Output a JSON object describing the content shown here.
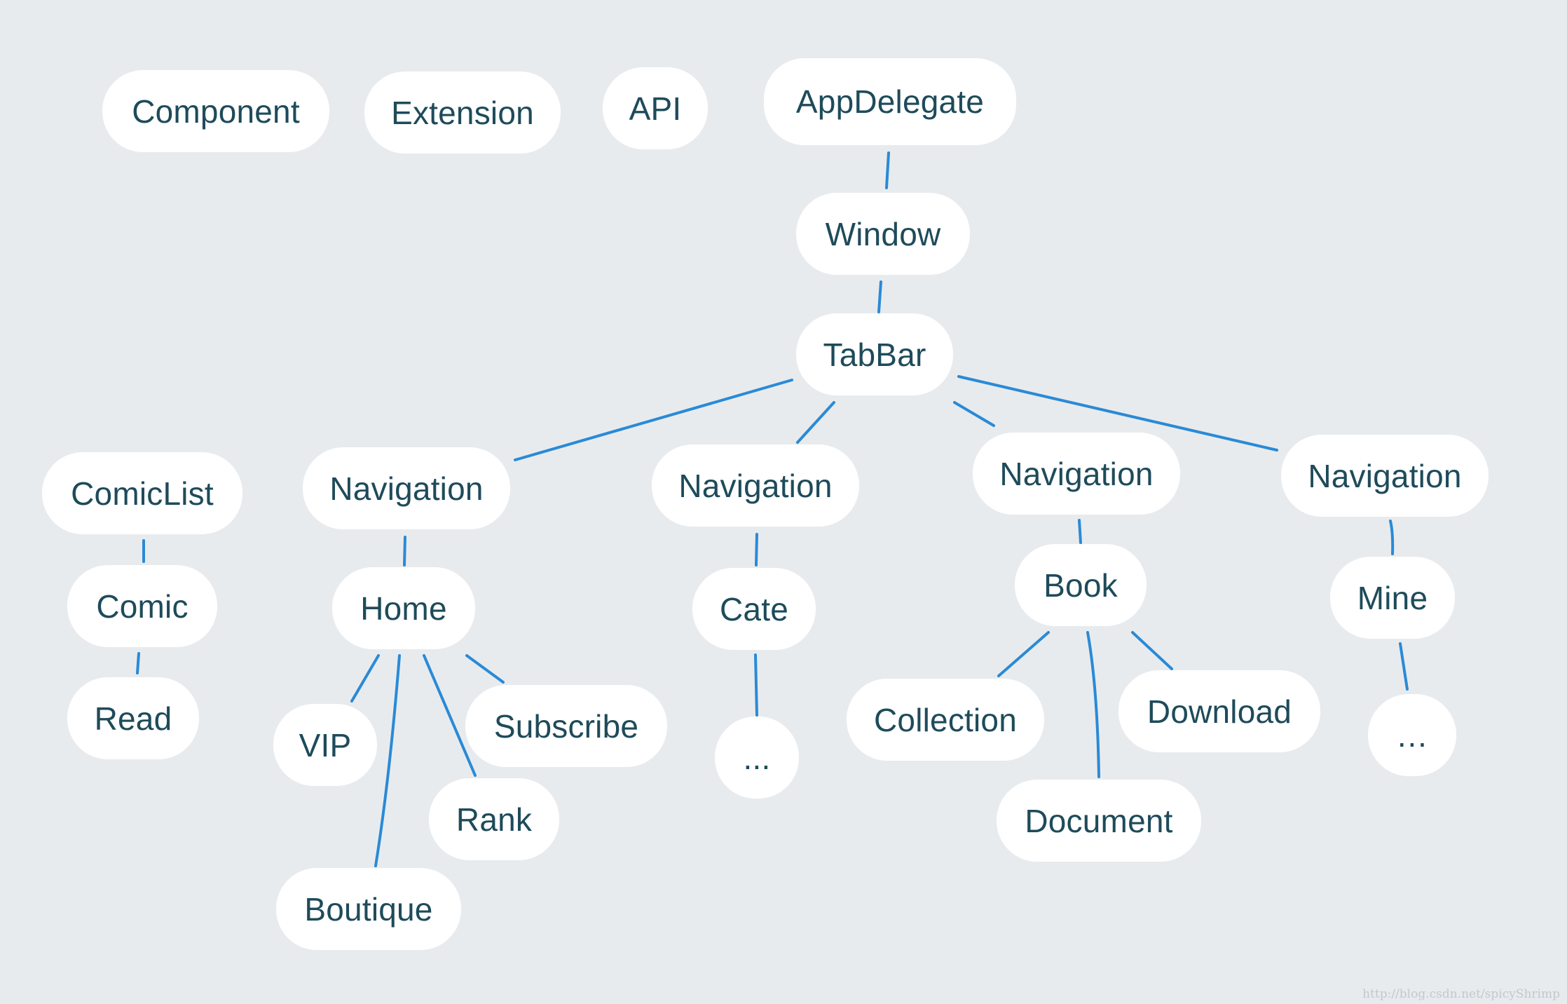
{
  "nodes": {
    "component": "Component",
    "extension": "Extension",
    "api": "API",
    "app_delegate": "AppDelegate",
    "window": "Window",
    "tab_bar": "TabBar",
    "navigation_1": "Navigation",
    "navigation_2": "Navigation",
    "navigation_3": "Navigation",
    "navigation_4": "Navigation",
    "comic_list": "ComicList",
    "comic": "Comic",
    "read": "Read",
    "home": "Home",
    "vip": "VIP",
    "subscribe": "Subscribe",
    "rank": "Rank",
    "boutique": "Boutique",
    "cate": "Cate",
    "cate_more": "...",
    "book": "Book",
    "collection": "Collection",
    "download": "Download",
    "document": "Document",
    "mine": "Mine",
    "mine_more": "…"
  },
  "watermark": "http://blog.csdn.net/spicyShrimp",
  "colors": {
    "background": "#e8ebee",
    "node_fill": "#ffffff",
    "node_text": "#1e4b5a",
    "edge": "#2a8ad6"
  }
}
